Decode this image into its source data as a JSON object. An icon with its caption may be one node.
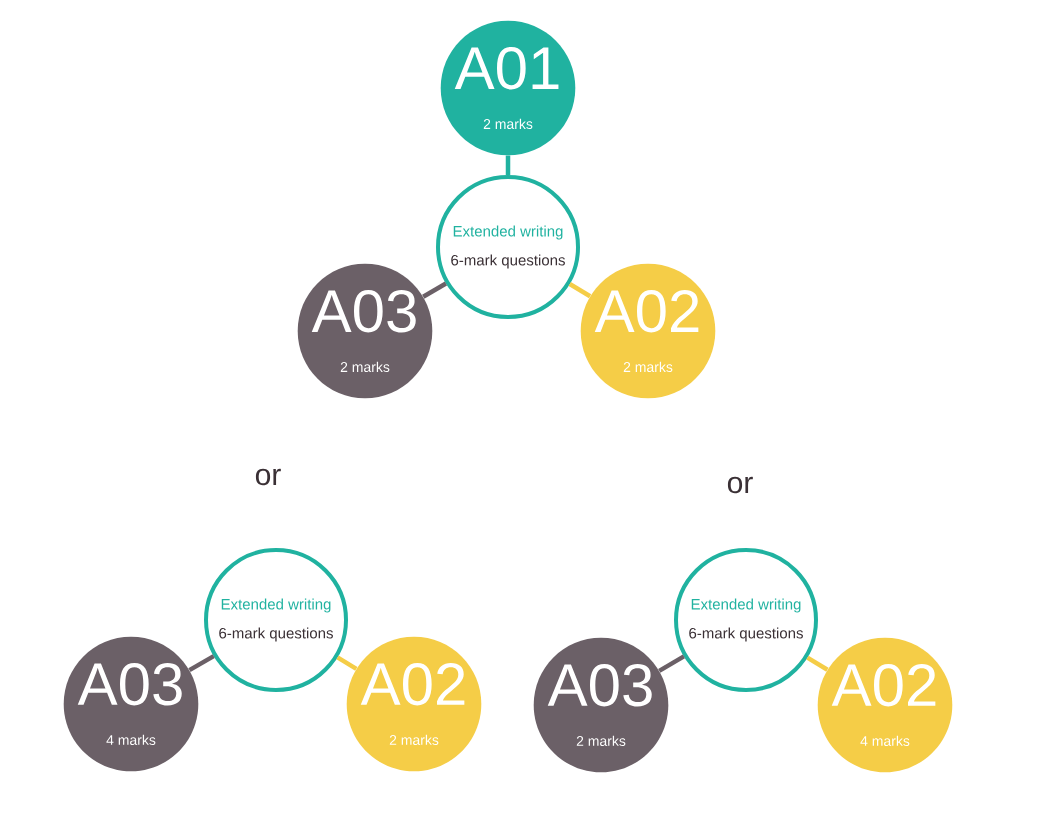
{
  "diagram": {
    "nodes": [
      {
        "text": [
          "Extended writing",
          "6-mark questions"
        ]
      },
      {
        "text": [
          "A01",
          "2 marks"
        ]
      },
      {
        "text": [
          "A03",
          "2 marks"
        ]
      },
      {
        "text": [
          "A02",
          "2 marks"
        ]
      },
      {
        "text": [
          "Extended writing",
          "6-mark questions"
        ]
      },
      {
        "text": [
          "A03",
          "4 marks"
        ]
      },
      {
        "text": [
          "A02",
          "2 marks"
        ]
      },
      {
        "text": [
          "Extended writing",
          "6-mark questions"
        ]
      },
      {
        "text": [
          "A03",
          "2 marks"
        ]
      },
      {
        "text": [
          "A02",
          "4 marks"
        ]
      }
    ],
    "edges": [
      {
        "from": 0,
        "to": 1,
        "arrow": "none",
        "color": "#20b2a0"
      },
      {
        "from": 0,
        "to": 2,
        "arrow": "none",
        "color": "#6b6067"
      },
      {
        "from": 0,
        "to": 3,
        "arrow": "none",
        "color": "#f5cd47"
      },
      {
        "from": 4,
        "to": 5,
        "arrow": "none",
        "color": "#6b6067"
      },
      {
        "from": 4,
        "to": 6,
        "arrow": "none",
        "color": "#f5cd47"
      },
      {
        "from": 7,
        "to": 8,
        "arrow": "none",
        "color": "#6b6067"
      },
      {
        "from": 7,
        "to": 9,
        "arrow": "none",
        "color": "#f5cd47"
      }
    ],
    "labels": [
      "or",
      "or"
    ]
  }
}
